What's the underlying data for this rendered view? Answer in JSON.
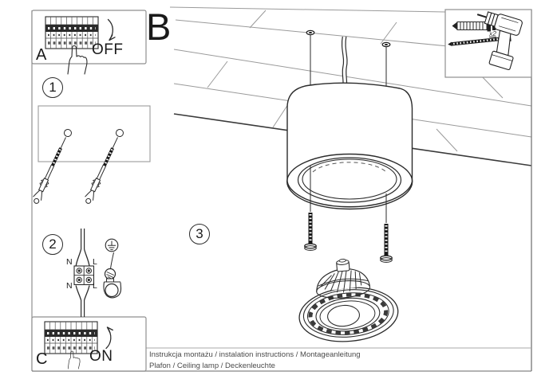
{
  "document": {
    "caption": {
      "line1": "Instrukcja montażu / instalation instructions / Montageanleitung",
      "line2": "Plafon / Ceiling lamp / Deckenleuchte"
    },
    "sections": {
      "a": {
        "label": "A",
        "action": "OFF"
      },
      "b": {
        "label": "B"
      },
      "c": {
        "label": "C",
        "action": "ON"
      },
      "step1": {
        "number": "1"
      },
      "step2": {
        "number": "2",
        "wires": {
          "top_left": "N",
          "top_right": "L",
          "bottom_left": "N",
          "bottom_right": "L"
        }
      },
      "step3": {
        "number": "3"
      },
      "tools": {
        "dowel_quantity": "x2"
      }
    },
    "icons": [
      "circuit-breaker-strip-icon",
      "pressing-hand-icon",
      "curved-arrow-down-icon",
      "curved-arrow-up-icon",
      "ceiling-planks",
      "mounting-hole-icon",
      "screw-anchor-icon",
      "power-cable",
      "ceiling-lamp-body",
      "mounting-screw-icon",
      "terminal-block-icon",
      "earth-symbol-icon",
      "ground-terminal-icon",
      "wall-plug-icon",
      "wood-screw-icon",
      "drill-icon",
      "led-reflector-bulb-icon"
    ],
    "colors": {
      "ink": "#2b2b2b",
      "plank_line": "#9a9a9a",
      "panel_border": "#8f8f8f",
      "caption_text": "#4a4a4a",
      "background": "#ffffff"
    }
  }
}
